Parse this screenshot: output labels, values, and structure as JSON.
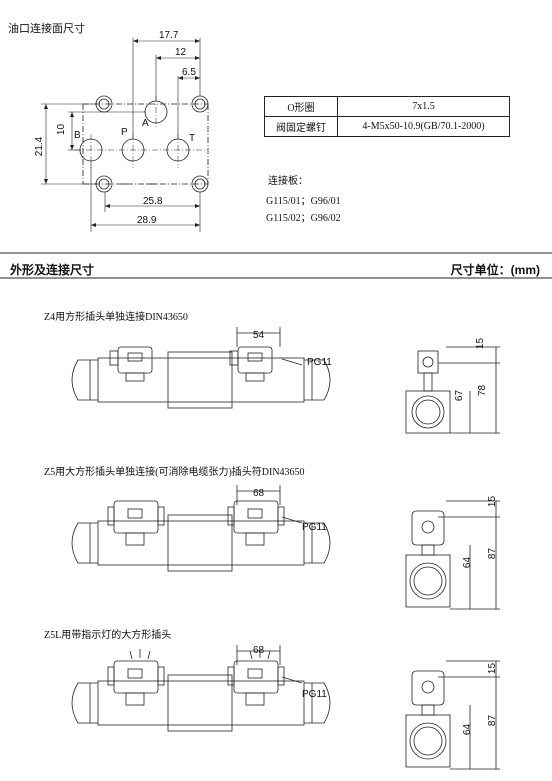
{
  "header": {
    "title": "油口连接面尺寸"
  },
  "port_face": {
    "ports": [
      "A",
      "P",
      "T",
      "B"
    ],
    "dims": [
      "17.7",
      "12",
      "6.5",
      "10",
      "21.4",
      "25.8",
      "28.9"
    ]
  },
  "spec_table": [
    {
      "key": "O形圈",
      "value": "7x1.5"
    },
    {
      "key": "阀固定螺钉",
      "value": "4-M5x50-10.9(GB/70.1-2000)"
    }
  ],
  "plate": {
    "title": "连接板：",
    "lines": [
      "G115/01；G96/01",
      "G115/02；G96/02"
    ]
  },
  "section": {
    "title": "外形及连接尺寸",
    "unit": "尺寸单位：(mm)"
  },
  "variants": [
    {
      "caption": "Z4用方形插头单独连接DIN43650",
      "width_dim": "54",
      "cable": "PG11",
      "top_dim": "15",
      "inner_dim": "67",
      "outer_dim": "78"
    },
    {
      "caption": "Z5用大方形插头单独连接(可消除电缆张力)插头符DIN43650",
      "width_dim": "68",
      "cable": "PG11",
      "top_dim": "15",
      "inner_dim": "64",
      "outer_dim": "87"
    },
    {
      "caption": "Z5L用带指示灯的大方形插头",
      "width_dim": "68",
      "cable": "PG11",
      "top_dim": "15",
      "inner_dim": "64",
      "outer_dim": "87"
    }
  ],
  "colors": {
    "line": "#222222",
    "bg": "#ffffff"
  }
}
